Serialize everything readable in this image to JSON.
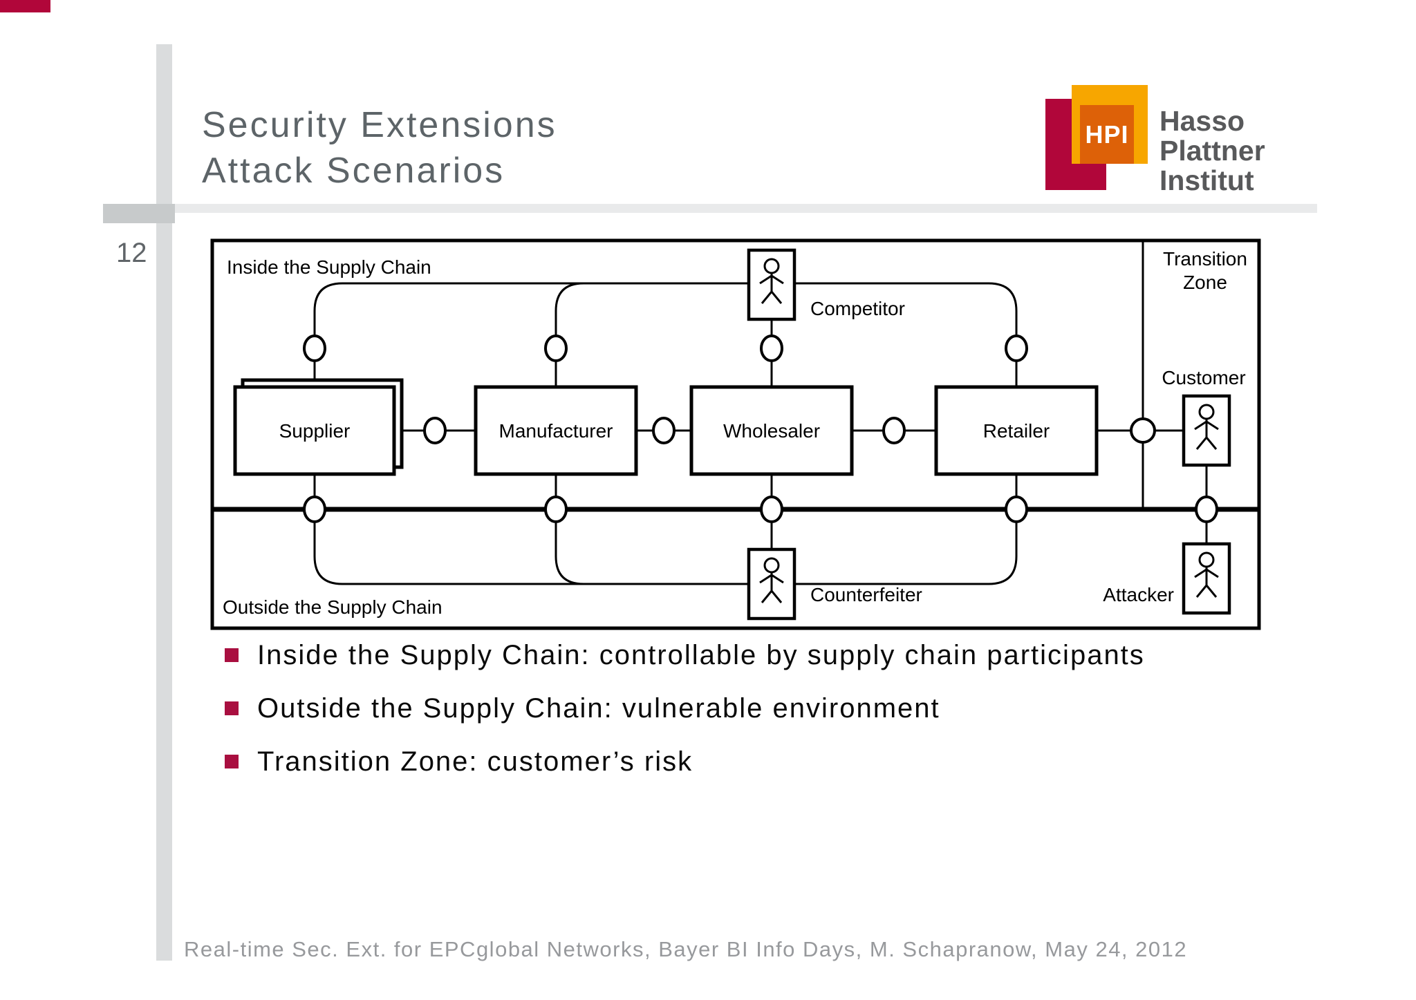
{
  "slide": {
    "page_number": "12",
    "title_line1": "Security Extensions",
    "title_line2": "Attack Scenarios",
    "footer": "Real-time Sec. Ext. for EPCglobal Networks, Bayer BI Info Days, M. Schapranow, May 24, 2012"
  },
  "logo": {
    "monogram": "HPI",
    "name_line1": "Hasso",
    "name_line2": "Plattner",
    "name_line3": "Institut"
  },
  "diagram": {
    "inside_label": "Inside the Supply Chain",
    "outside_label": "Outside the Supply Chain",
    "transition_line1": "Transition",
    "transition_line2": "Zone",
    "nodes": {
      "supplier": "Supplier",
      "manufacturer": "Manufacturer",
      "wholesaler": "Wholesaler",
      "retailer": "Retailer"
    },
    "actors": {
      "competitor": "Competitor",
      "customer": "Customer",
      "counterfeiter": "Counterfeiter",
      "attacker": "Attacker"
    }
  },
  "bullets": [
    "Inside the Supply Chain: controllable by supply chain participants",
    "Outside the Supply Chain: vulnerable environment",
    "Transition Zone: customer’s risk"
  ],
  "colors": {
    "hpi_red": "#B1063A",
    "hpi_orange": "#DD6108",
    "hpi_yellow": "#F7A600",
    "bullet_marker": "#A90F40",
    "title_gray": "#5d6468",
    "footer_gray": "#97999c"
  }
}
